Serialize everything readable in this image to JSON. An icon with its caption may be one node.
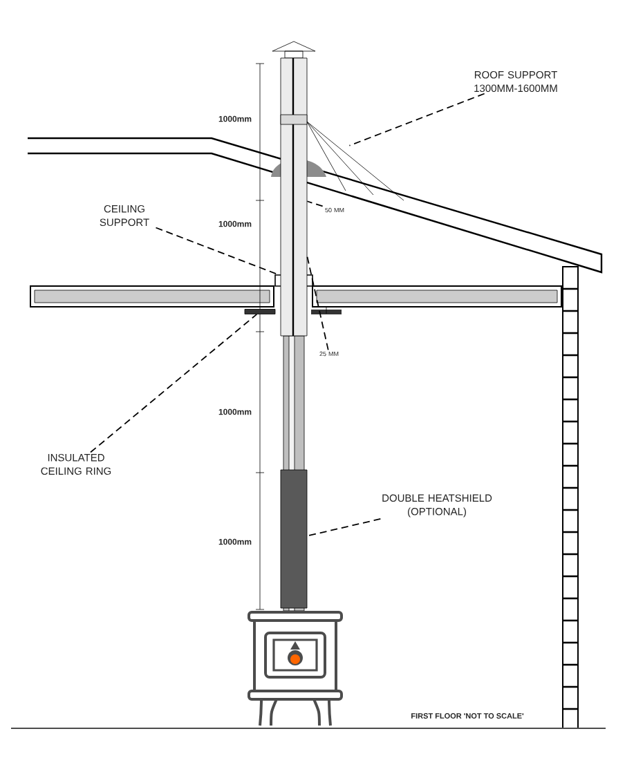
{
  "diagram": {
    "nodes": [
      {
        "text": [
          "ROOF SUPPORT 1300MM-1600MM"
        ]
      },
      {
        "text": [
          "50 MM"
        ]
      },
      {
        "text": [
          "CEILING SUPPORT"
        ]
      },
      {
        "text": [],
        "shape": "box"
      },
      {
        "text": [
          "25 MM"
        ]
      },
      {
        "text": [],
        "shape": "bar"
      },
      {
        "text": [
          "INSULATED CEILING RING"
        ]
      },
      {
        "text": [],
        "shape": "bar"
      },
      {
        "text": [
          "DOUBLE HEATSHIELD (OPTIONAL)"
        ]
      },
      {
        "text": [],
        "shape": "picture"
      },
      {
        "text": [],
        "shape": "bar"
      }
    ],
    "edges": [
      {
        "from": 0,
        "to": 9,
        "arrow": "none",
        "style": "dashed"
      },
      {
        "from": 1,
        "to": 10,
        "arrow": "none",
        "style": "dashed"
      },
      {
        "from": 2,
        "to": 3,
        "arrow": "none",
        "style": "dashed"
      },
      {
        "from": 4,
        "to": 10,
        "arrow": "none",
        "style": "dashed"
      },
      {
        "from": 6,
        "to": 5,
        "arrow": "none",
        "style": "dashed"
      },
      {
        "from": 8,
        "to": 7,
        "arrow": "none",
        "style": "dashed"
      }
    ],
    "labels": [
      "1000mm",
      "1000mm",
      "1000mm",
      "1000mm",
      "FIRST FLOOR 'NOT TO SCALE'"
    ]
  }
}
